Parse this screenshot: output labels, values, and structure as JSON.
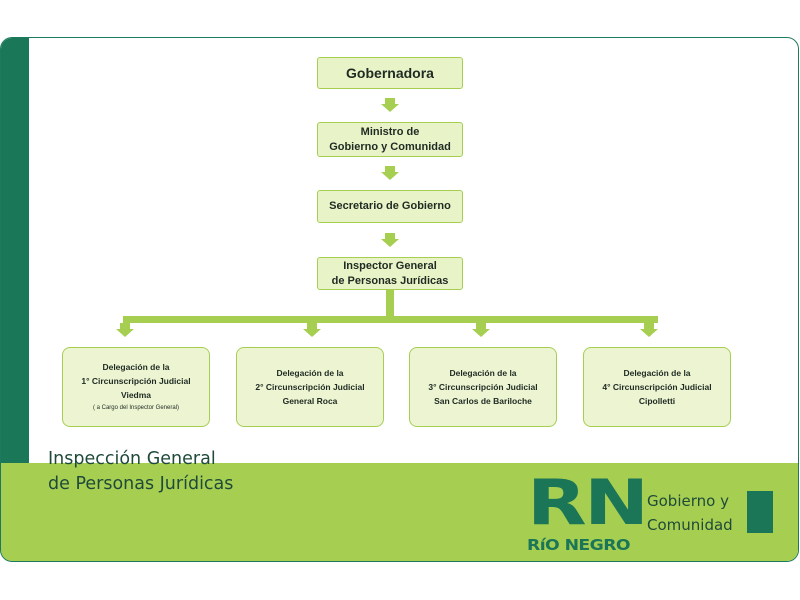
{
  "chart": {
    "top_boxes": [
      {
        "lines": [
          "Gobernadora"
        ]
      },
      {
        "lines": [
          "Ministro de",
          "Gobierno y Comunidad"
        ]
      },
      {
        "lines": [
          "Secretario de Gobierno"
        ]
      },
      {
        "lines": [
          "Inspector General",
          "de Personas Jurídicas"
        ]
      }
    ],
    "delegaciones": [
      {
        "lines": [
          "Delegación de la",
          "1° Circunscripción Judicial",
          "Viedma"
        ],
        "note": "( a Cargo del Inspector General)"
      },
      {
        "lines": [
          "Delegación de la",
          "2° Circunscripción Judicial",
          "General Roca"
        ]
      },
      {
        "lines": [
          "Delegación de la",
          "3° Circunscripción Judicial",
          "San Carlos de Bariloche"
        ]
      },
      {
        "lines": [
          "Delegación de la",
          "4° Circunscripción Judicial",
          "Cipolletti"
        ]
      }
    ]
  },
  "footer": {
    "title_line1": "Inspección General",
    "title_line2": "de Personas Jurídicas",
    "logo_rn": "RN",
    "logo_rio_negro": "RíO NEGRO",
    "gov_line1": "Gobierno y",
    "gov_line2": "Comunidad"
  },
  "colors": {
    "dark_green": "#1a7858",
    "light_green": "#a6cf52",
    "box_fill": "#e9f3c8"
  }
}
